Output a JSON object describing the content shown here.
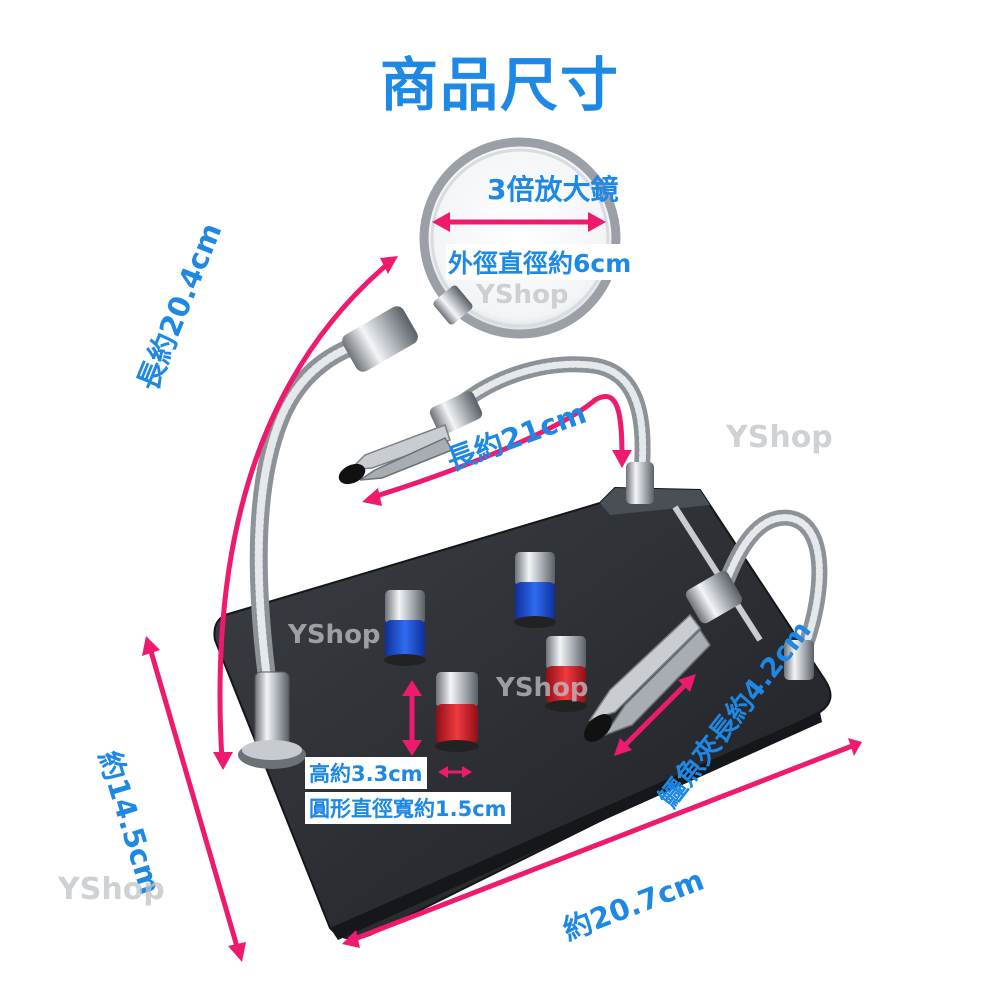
{
  "title": "商品尺寸",
  "colors": {
    "title": "#1e88e5",
    "label": "#1e88e5",
    "arrow": "#ee1a6e",
    "base_plate": "#2b2d31",
    "blue_post": "#1f4fd6",
    "red_post": "#d8202a"
  },
  "labels": {
    "magnifier_name": "3倍放大鏡",
    "magnifier_diameter": "外徑直徑約6cm",
    "arm_left_length": "長約20.4cm",
    "arm_right_length": "長約21cm",
    "clip_length": "鱷魚夾長約4.2cm",
    "post_height": "高約3.3cm",
    "post_diameter": "圓形直徑寬約1.5cm",
    "base_width": "約14.5cm",
    "base_length": "約20.7cm"
  },
  "watermark": "YShop",
  "icons": [
    "magnifier",
    "gooseneck-arm",
    "alligator-clip",
    "magnetic-post",
    "base-plate",
    "dimension-arrow"
  ]
}
